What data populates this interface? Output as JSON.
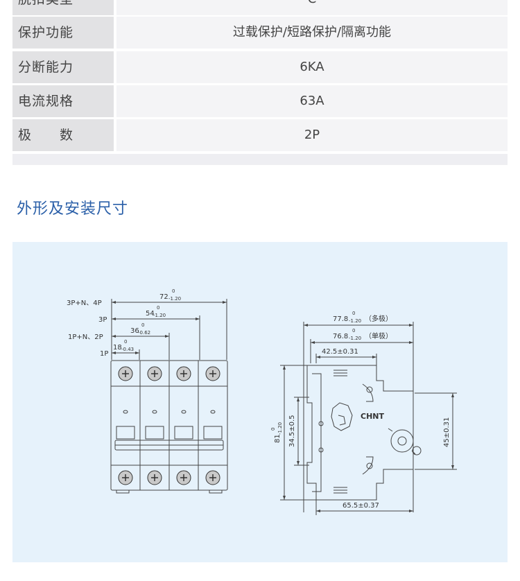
{
  "spec_rows": [
    {
      "label": "脱扣类型",
      "value": "C"
    },
    {
      "label": "保护功能",
      "value": "过载保护/短路保护/隔离功能"
    },
    {
      "label": "分断能力",
      "value": "6KA"
    },
    {
      "label": "电流规格",
      "value": "63A"
    },
    {
      "label": "极　　数",
      "value": "2P"
    }
  ],
  "section_title": "外形及安装尺寸",
  "front_view": {
    "pole_labels": [
      "3P+N、4P",
      "3P",
      "1P+N、2P",
      "1P"
    ],
    "widths": [
      {
        "nominal": "72",
        "upper": "0",
        "lower": "-1.20"
      },
      {
        "nominal": "54",
        "upper": "0",
        "lower": "-1.20"
      },
      {
        "nominal": "36",
        "upper": "0",
        "lower": "-0.62"
      },
      {
        "nominal": "18",
        "upper": "0",
        "lower": "-0.43"
      }
    ]
  },
  "side_view": {
    "width_multi": {
      "nominal": "77.8",
      "upper": "0",
      "lower": "-1.20",
      "note": "（多极）"
    },
    "width_single": {
      "nominal": "76.8",
      "upper": "0",
      "lower": "-1.20",
      "note": "（单极）"
    },
    "dim_top": "42.5±0.31",
    "dim_bottom": "65.5±0.37",
    "height_total": {
      "nominal": "81",
      "upper": "0",
      "lower": "-1.20"
    },
    "height_inner": "34.5±0.5",
    "height_right": "45±0.31",
    "brand": "CHNT"
  }
}
